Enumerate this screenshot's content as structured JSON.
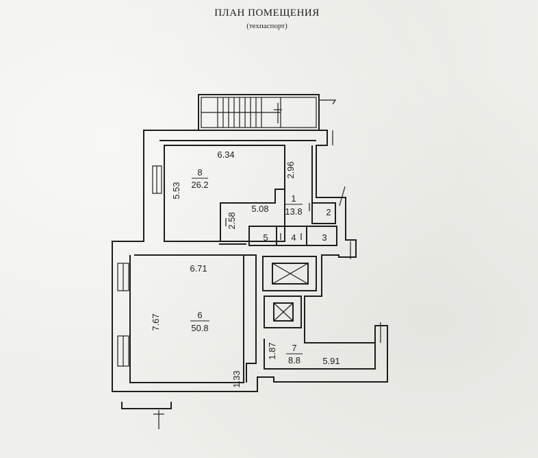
{
  "header": {
    "title": "ПЛАН ПОМЕЩЕНИЯ",
    "subtitle": "(техпаспорт)"
  },
  "rooms": [
    {
      "number": "8",
      "area": "26.2"
    },
    {
      "number": "1",
      "area": "13.8"
    },
    {
      "number": "2"
    },
    {
      "number": "3"
    },
    {
      "number": "4"
    },
    {
      "number": "5"
    },
    {
      "number": "6",
      "area": "50.8"
    },
    {
      "number": "7",
      "area": "8.8"
    }
  ],
  "dimensions": {
    "room8_width": "6.34",
    "room8_height": "5.53",
    "room1_width": "5.08",
    "room1_height_top": "2.96",
    "room1_height": "2.58",
    "room6_width": "6.71",
    "room6_height": "7.67",
    "room6_step": "1.33",
    "room7_width": "5.91",
    "room7_height": "1.87"
  }
}
